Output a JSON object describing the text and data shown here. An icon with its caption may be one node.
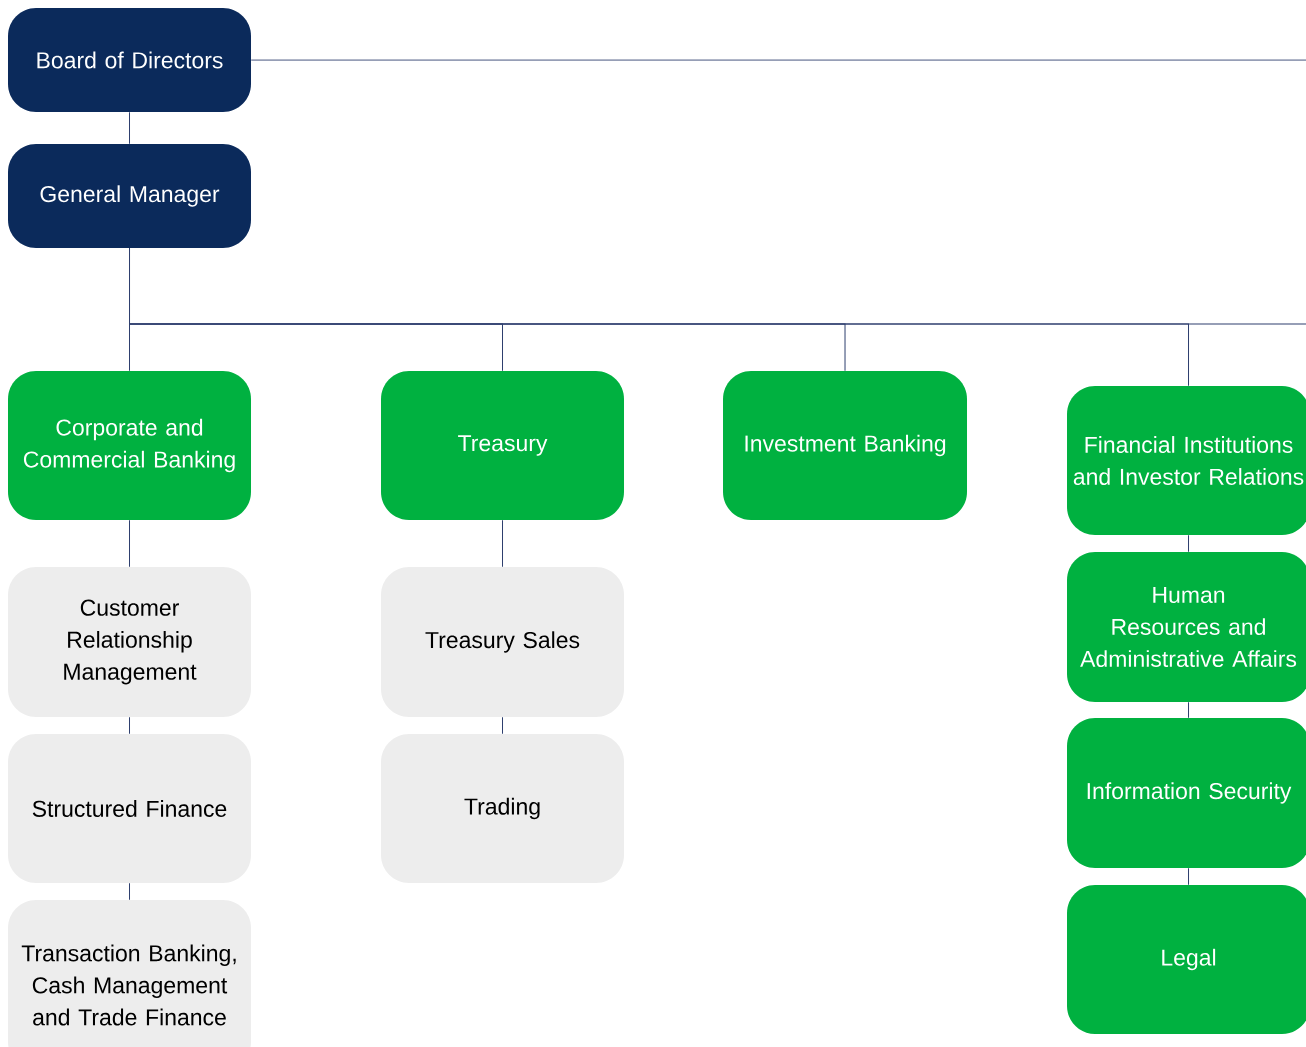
{
  "diagram": {
    "nodes": [
      {
        "text": [
          "Board of Directors"
        ]
      },
      {
        "text": [
          "General Manager"
        ]
      },
      {
        "text": [
          "Corporate and Commercial Banking"
        ]
      },
      {
        "text": [
          "Treasury"
        ]
      },
      {
        "text": [
          "Investment Banking"
        ]
      },
      {
        "text": [
          "Financial Institutions and Investor Relations"
        ]
      },
      {
        "text": [
          "Human Resources and Administrative Affairs"
        ]
      },
      {
        "text": [
          "Information Security"
        ]
      },
      {
        "text": [
          "Legal"
        ]
      },
      {
        "text": [
          "Customer Relationship Management"
        ]
      },
      {
        "text": [
          "Structured Finance"
        ]
      },
      {
        "text": [
          "Transaction Banking, Cash Management and Trade Finance"
        ]
      },
      {
        "text": [
          "Treasury Sales"
        ]
      },
      {
        "text": [
          "Trading"
        ]
      }
    ],
    "edges": [
      {
        "from": 0,
        "to": 1,
        "arrow": "none"
      },
      {
        "from": 0,
        "to": null,
        "arrow": "none"
      },
      {
        "from": 1,
        "to": 2,
        "arrow": "none"
      },
      {
        "from": 1,
        "to": 3,
        "arrow": "none"
      },
      {
        "from": 1,
        "to": 4,
        "arrow": "none"
      },
      {
        "from": 1,
        "to": 5,
        "arrow": "none"
      },
      {
        "from": 1,
        "to": null,
        "arrow": "none"
      },
      {
        "from": 2,
        "to": 9,
        "arrow": "none"
      },
      {
        "from": 9,
        "to": 10,
        "arrow": "none"
      },
      {
        "from": 10,
        "to": 11,
        "arrow": "none"
      },
      {
        "from": 3,
        "to": 12,
        "arrow": "none"
      },
      {
        "from": 12,
        "to": 13,
        "arrow": "none"
      },
      {
        "from": 5,
        "to": 6,
        "arrow": "none"
      },
      {
        "from": 6,
        "to": 7,
        "arrow": "none"
      },
      {
        "from": 7,
        "to": 8,
        "arrow": "none"
      }
    ]
  }
}
